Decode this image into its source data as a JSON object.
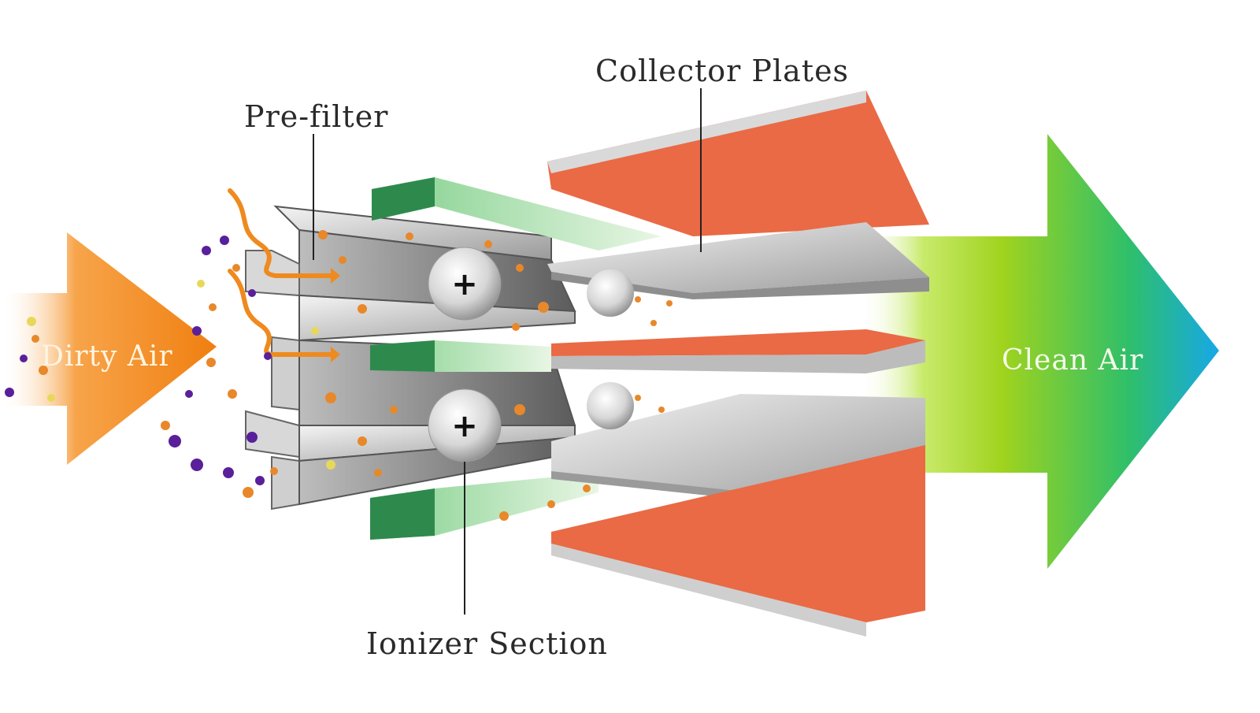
{
  "labels": {
    "collector_plates": "Collector Plates",
    "pre_filter": "Pre-filter",
    "ionizer_section": "Ionizer Section",
    "dirty_air": "Dirty Air",
    "clean_air": "Clean Air",
    "plus_sign": "+"
  },
  "colors": {
    "dirty_arrow": "#f08a1c",
    "clean_arrow_start": "#a6d81e",
    "clean_arrow_end": "#1ab0e6",
    "collector_red": "#e96a45",
    "ionizer_green": "#3a9a5a",
    "particle_purple": "#5a1f9a",
    "particle_orange": "#e8882a",
    "particle_yellow": "#e8d85a"
  },
  "icons": {
    "ionizer_node": "plus-sphere-icon",
    "particle": "dust-particle-icon"
  }
}
